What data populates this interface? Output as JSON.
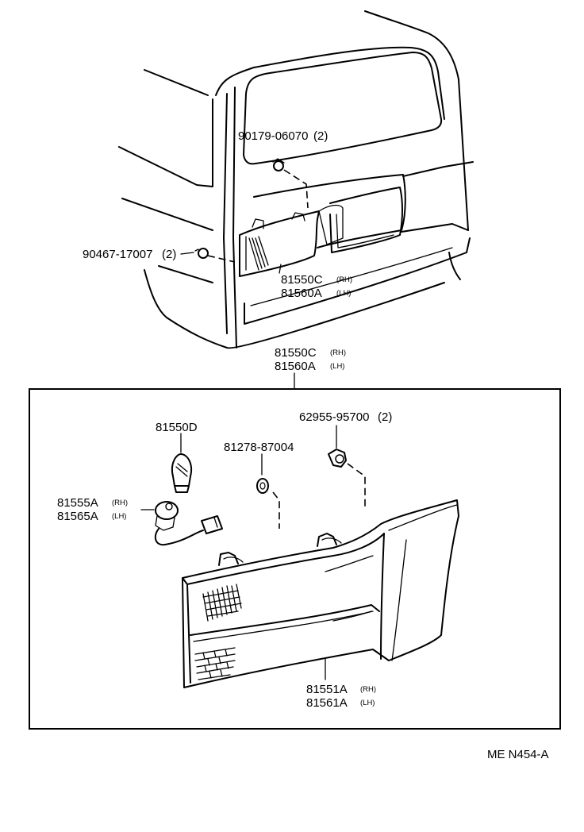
{
  "diagram": {
    "labels": {
      "p90179": "90179-06070",
      "p90179_qty": "(2)",
      "p90467": "90467-17007",
      "p90467_qty": "(2)",
      "p81550c_top": "81550C",
      "p81550c_top_sfx": "(RH)",
      "p81560a_top": "81560A",
      "p81560a_top_sfx": "(LH)",
      "p81550c_box": "81550C",
      "p81550c_box_sfx": "(RH)",
      "p81560a_box": "81560A",
      "p81560a_box_sfx": "(LH)",
      "p81550d": "81550D",
      "p81278": "81278-87004",
      "p62955": "62955-95700",
      "p62955_qty": "(2)",
      "p81555a": "81555A",
      "p81555a_sfx": "(RH)",
      "p81565a": "81565A",
      "p81565a_sfx": "(LH)",
      "p81551a": "81551A",
      "p81551a_sfx": "(RH)",
      "p81561a": "81561A",
      "p81561a_sfx": "(LH)"
    },
    "code": "ME  N454-A"
  }
}
